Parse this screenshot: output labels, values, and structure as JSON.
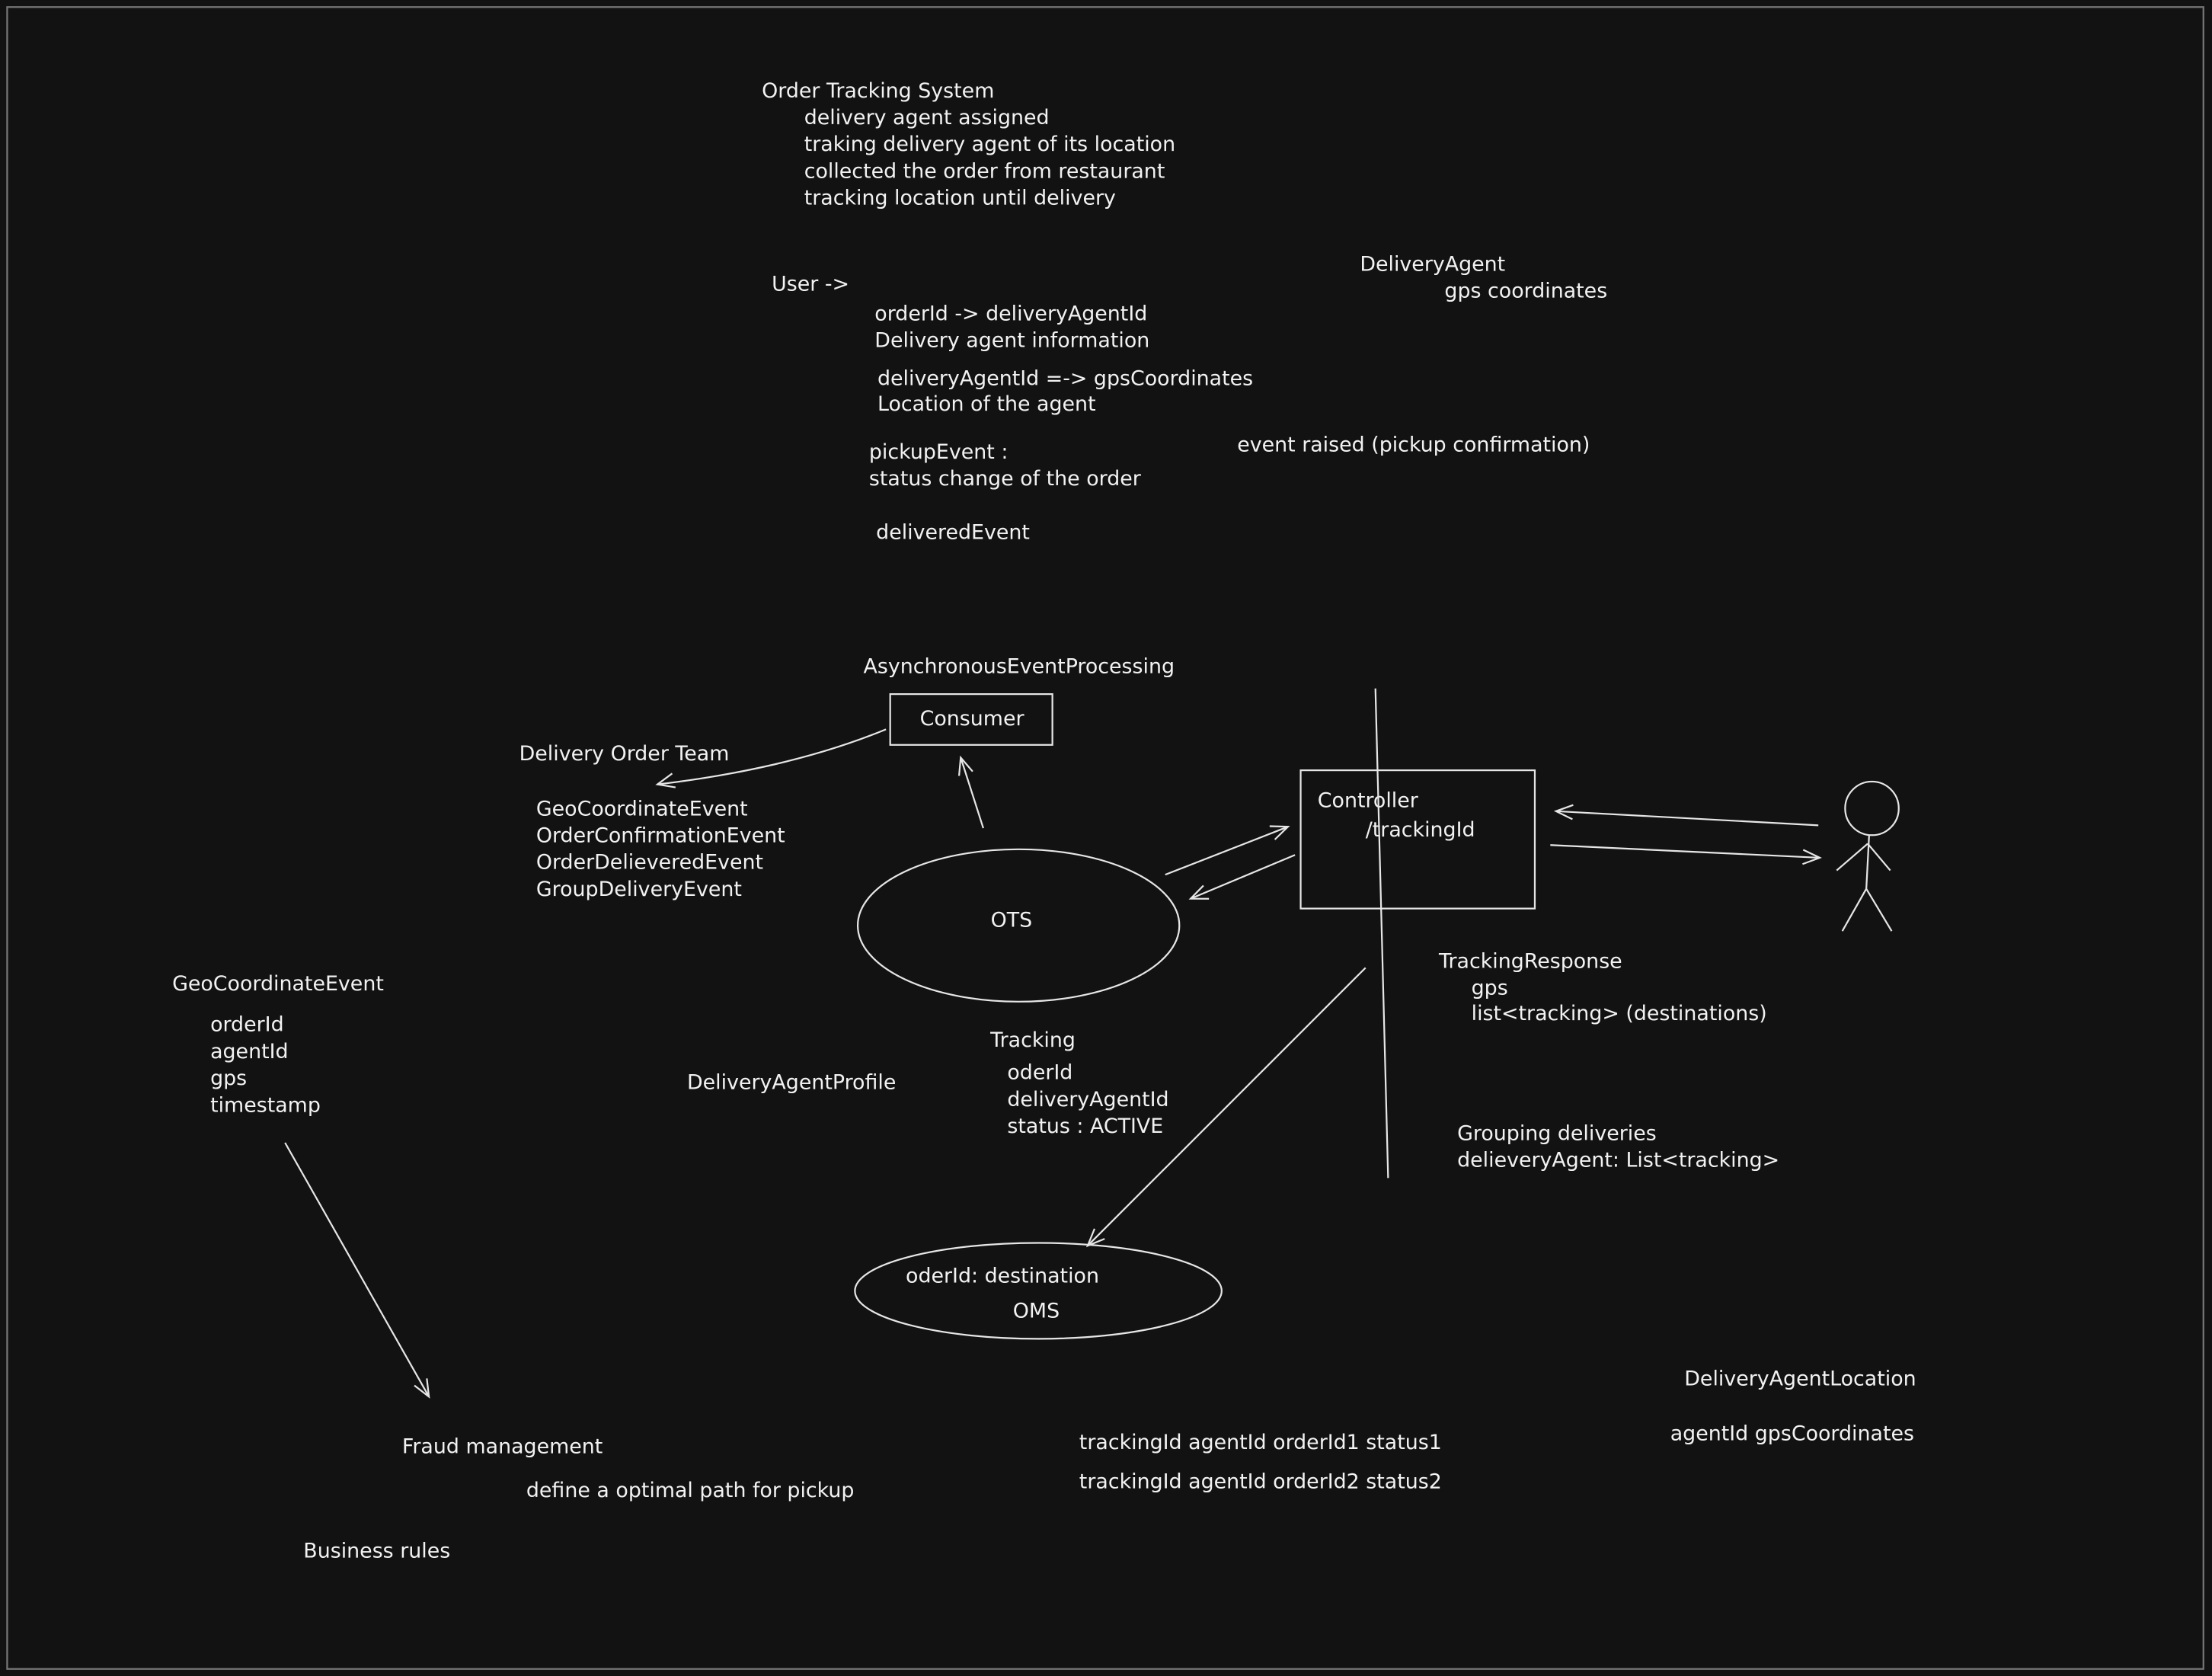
{
  "notes": {
    "title": "Order Tracking System",
    "items": [
      "delivery agent assigned",
      "traking delivery agent of its location",
      "collected the order from restaurant",
      "tracking location until delivery"
    ],
    "user_label": "User ->",
    "mapping1": "orderId -> deliveryAgentId",
    "mapping1_desc": "Delivery agent information",
    "mapping2": "deliveryAgentId =-> gpsCoordinates",
    "mapping2_desc": "Location of the agent",
    "pickup_event": "pickupEvent :",
    "pickup_desc": "status change of the order",
    "delivered_event": "deliveredEvent",
    "delivery_agent": "DeliveryAgent",
    "delivery_agent_field": "gps coordinates",
    "event_raised": "event raised  (pickup confirmation)"
  },
  "diagram": {
    "async_label": "AsynchronousEventProcessing",
    "consumer": "Consumer",
    "delivery_order_team": "Delivery Order Team",
    "events": [
      "GeoCoordinateEvent",
      "OrderConfirmationEvent",
      "OrderDelieveredEvent",
      "GroupDeliveryEvent"
    ],
    "ots": "OTS",
    "controller": "Controller",
    "controller_path": "/trackingId",
    "tracking_response": {
      "title": "TrackingResponse",
      "fields": [
        "gps",
        "list<tracking> (destinations)"
      ]
    },
    "geo_event": {
      "title": "GeoCoordinateEvent",
      "fields": [
        "orderId",
        "agentId",
        "gps",
        "timestamp"
      ]
    },
    "agent_profile": "DeliveryAgentProfile",
    "tracking": {
      "title": "Tracking",
      "fields": [
        "oderId",
        "deliveryAgentId",
        "status : ACTIVE"
      ]
    },
    "grouping": [
      "Grouping deliveries",
      "delieveryAgent: List<tracking>"
    ],
    "oms_field": "oderId: destination",
    "oms": "OMS",
    "agent_location": {
      "title": "DeliveryAgentLocation",
      "fields": "agentId gpsCoordinates"
    },
    "tracking_rows": [
      "trackingId agentId orderId1  status1",
      "trackingId  agentId orderId2  status2"
    ],
    "fraud": "Fraud management",
    "optimal_path": "define a optimal path for pickup",
    "business_rules": "Business rules"
  }
}
